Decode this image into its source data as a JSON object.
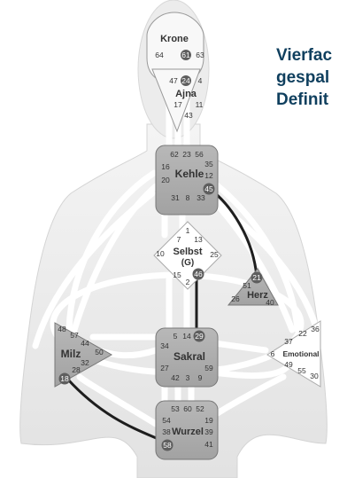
{
  "heading": {
    "line1": "Vierfac",
    "line2": "gespal",
    "line3": "Definit"
  },
  "centers": {
    "krone": "Krone",
    "ajna": "Ajna",
    "kehle": "Kehle",
    "selbst_line1": "Selbst",
    "selbst_line2": "(G)",
    "herz": "Herz",
    "emotional": "Emotional",
    "milz": "Milz",
    "sakral": "Sakral",
    "wurzel": "Wurzel"
  },
  "gates": {
    "krone": [
      "64",
      "61",
      "63"
    ],
    "ajna": [
      "47",
      "24",
      "4",
      "17",
      "11",
      "43"
    ],
    "kehle": [
      "62",
      "23",
      "56",
      "16",
      "35",
      "20",
      "12",
      "45",
      "31",
      "8",
      "33"
    ],
    "selbst": [
      "1",
      "7",
      "13",
      "10",
      "25",
      "15",
      "46",
      "2"
    ],
    "herz": [
      "21",
      "51",
      "26",
      "40"
    ],
    "emotional": [
      "36",
      "22",
      "37",
      "6",
      "49",
      "55",
      "30"
    ],
    "milz": [
      "48",
      "57",
      "44",
      "50",
      "32",
      "28",
      "18"
    ],
    "sakral": [
      "5",
      "14",
      "29",
      "34",
      "27",
      "59",
      "42",
      "3",
      "9"
    ],
    "wurzel": [
      "53",
      "60",
      "52",
      "54",
      "19",
      "38",
      "39",
      "58",
      "41"
    ]
  },
  "colors": {
    "heading": "#0f3f5e",
    "defined_center": "#aaaaaa",
    "open_center": "#ffffff",
    "body_silhouette": "#e6e6e6",
    "channel": "#1e1e1e",
    "active_gate": "#5e5e5e"
  }
}
